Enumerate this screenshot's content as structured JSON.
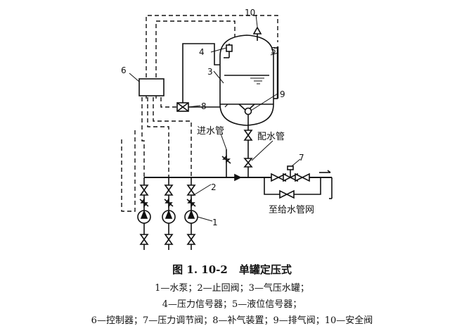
{
  "figure": {
    "number": "图 1. 10-2",
    "title": "单罐定压式",
    "legend_lines": [
      "1—水泵；2—止回阀；3—气压水罐；",
      "4—压力信号器；5—液位信号器；",
      "6—控制器；7—压力调节阀；8—补气装置；9—排气阀；10—安全阀"
    ]
  },
  "labels": {
    "inlet_pipe": "进水管",
    "outlet_pipe": "配水管",
    "to_network": "至给水管网"
  },
  "callouts": [
    "1",
    "2",
    "3",
    "4",
    "5",
    "6",
    "7",
    "8",
    "9",
    "10"
  ],
  "colors": {
    "line": "#111111",
    "background": "#ffffff"
  }
}
